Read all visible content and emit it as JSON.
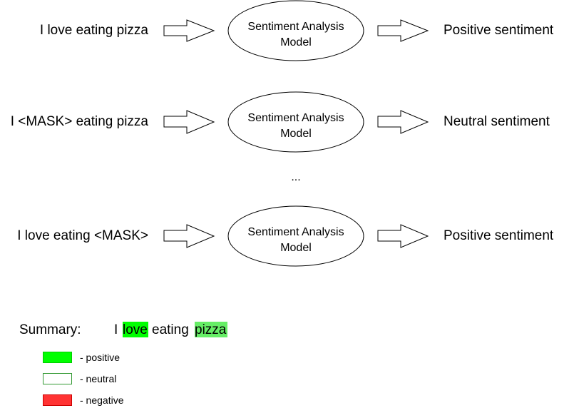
{
  "rows": [
    {
      "input": "I love eating pizza",
      "model_line1": "Sentiment Analysis",
      "model_line2": "Model",
      "output": "Positive sentiment"
    },
    {
      "input": "I <MASK> eating pizza",
      "model_line1": "Sentiment Analysis",
      "model_line2": "Model",
      "output": "Neutral sentiment"
    },
    {
      "input": "I love eating <MASK>",
      "model_line1": "Sentiment Analysis",
      "model_line2": "Model",
      "output": "Positive sentiment"
    }
  ],
  "ellipsis": "...",
  "summary": {
    "label": "Summary:",
    "words": [
      {
        "text": "I",
        "highlight": ""
      },
      {
        "text": "love",
        "highlight": "#00ff00"
      },
      {
        "text": "eating",
        "highlight": ""
      },
      {
        "text": "pizza",
        "highlight": "#66ee66"
      }
    ]
  },
  "legend": [
    {
      "label": "- positive",
      "fill": "#00ff00",
      "stroke": "#00cc00"
    },
    {
      "label": "- neutral",
      "fill": "#ffffff",
      "stroke": "#339933"
    },
    {
      "label": "- negative",
      "fill": "#ff3333",
      "stroke": "#cc0000"
    }
  ],
  "colors": {
    "stroke": "#000000",
    "background": "#ffffff"
  }
}
